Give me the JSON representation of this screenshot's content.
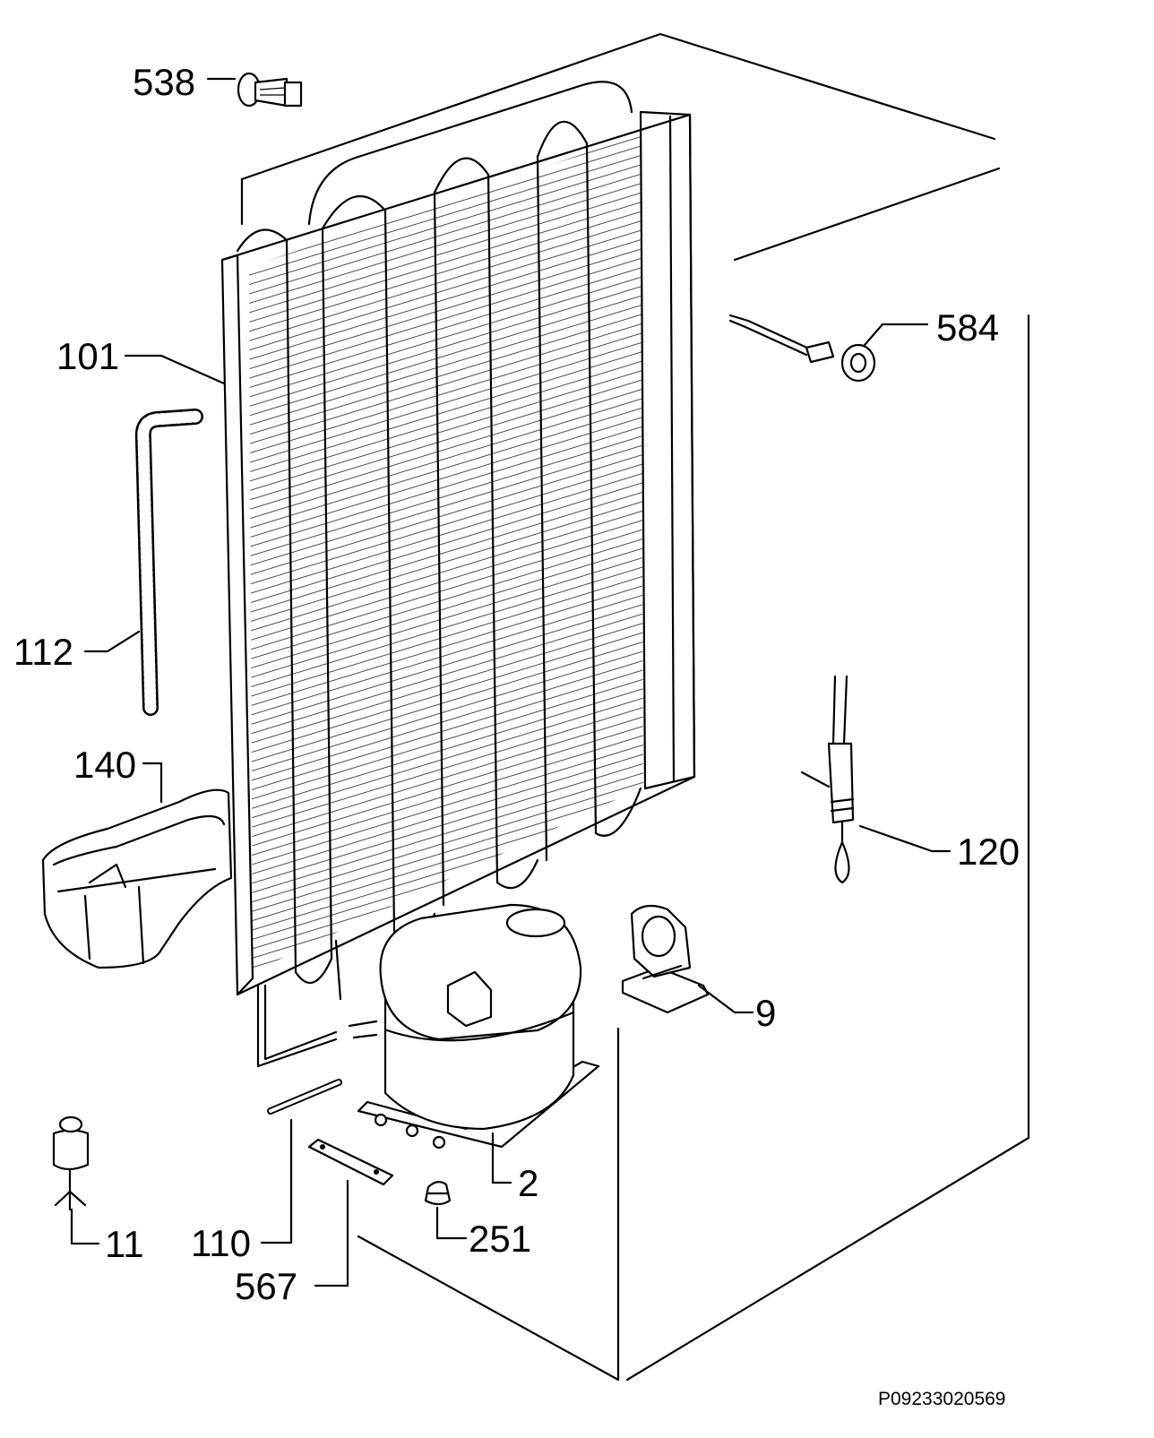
{
  "labels": {
    "l538": "538",
    "l584": "584",
    "l101": "101",
    "l112": "112",
    "l140": "140",
    "l120": "120",
    "l9": "9",
    "l2": "2",
    "l11": "11",
    "l110": "110",
    "l251": "251",
    "l567": "567"
  },
  "drawing_code": "P09233020569"
}
